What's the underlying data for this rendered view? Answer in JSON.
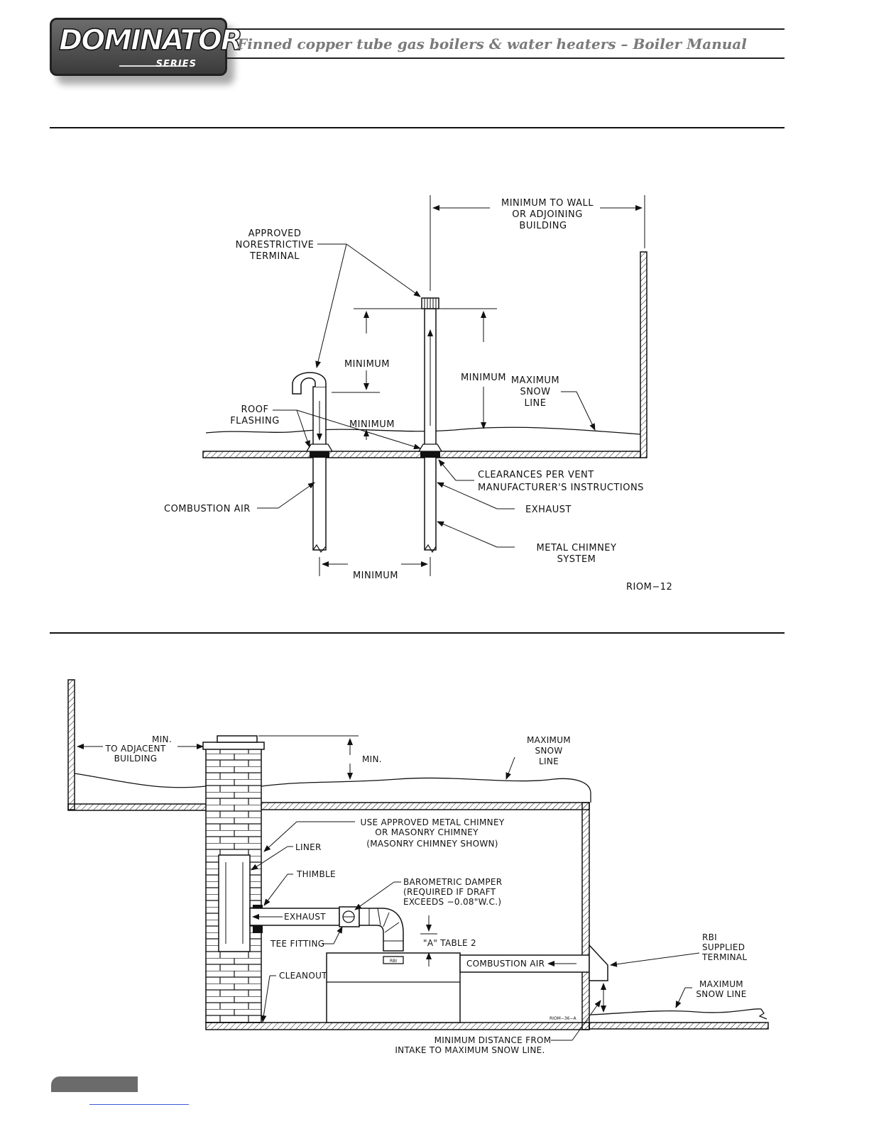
{
  "header": {
    "brand": "DOMINATOR",
    "brand_sub": "SERIES",
    "title": "Finned copper tube gas boilers & water heaters – Boiler Manual"
  },
  "figure1": {
    "labels": {
      "min_to_wall_1": "MINIMUM  TO  WALL",
      "min_to_wall_2": "OR  ADJOINING",
      "min_to_wall_3": "BUILDING",
      "approved_1": "APPROVED",
      "approved_2": "NORESTRICTIVE",
      "approved_3": "TERMINAL",
      "minimum_a": "MINIMUM",
      "minimum_b": "MINIMUM",
      "minimum_c": "MINIMUM",
      "minimum_d": "MINIMUM",
      "max_snow_1": "MAXIMUM",
      "max_snow_2": "SNOW",
      "max_snow_3": "LINE",
      "roof_1": "ROOF",
      "roof_2": "FLASHING",
      "clear_1": "CLEARANCES  PER  VENT",
      "clear_2": "MANUFACTURER'S  INSTRUCTIONS",
      "combustion_air": "COMBUSTION  AIR",
      "exhaust": "EXHAUST",
      "chimney_1": "METAL  CHIMNEY",
      "chimney_2": "SYSTEM",
      "code": "RIOM−12"
    }
  },
  "figure2": {
    "labels": {
      "min": "MIN.",
      "to_adjacent": "TO  ADJACENT",
      "building": "BUILDING",
      "min_right": "MIN.",
      "max_snow_1": "MAXIMUM",
      "max_snow_2": "SNOW",
      "max_snow_3": "LINE",
      "use_1": "USE  APPROVED  METAL  CHIMNEY",
      "use_2": "OR  MASONRY  CHIMNEY",
      "use_3": "(MASONRY  CHIMNEY  SHOWN)",
      "liner": "LINER",
      "thimble": "THIMBLE",
      "baro_1": "BAROMETRIC  DAMPER",
      "baro_2": "(REQUIRED  IF  DRAFT",
      "baro_3": "EXCEEDS  −0.08\"W.C.)",
      "exhaust": "EXHAUST",
      "tee": "TEE  FITTING",
      "a_table": "\"A\"  TABLE  2",
      "combustion_air": "COMBUSTION  AIR",
      "rbi_1": "RBI",
      "rbi_2": "SUPPLIED",
      "rbi_3": "TERMINAL",
      "cleanout": "CLEANOUT",
      "max_snow_b1": "MAXIMUM",
      "max_snow_b2": "SNOW  LINE",
      "min_dist_1": "MINIMUM  DISTANCE  FROM",
      "min_dist_2": "INTAKE  TO  MAXIMUM  SNOW  LINE.",
      "code": "RIOM−36−A",
      "boiler_badge": "RBI"
    }
  }
}
